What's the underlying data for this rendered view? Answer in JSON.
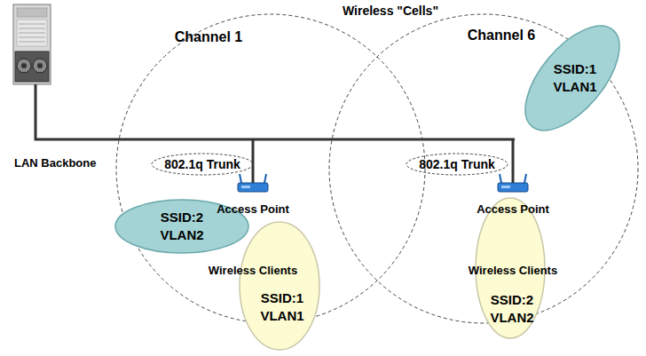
{
  "diagram": {
    "nodes": [
      {
        "text": [
          "Channel 1"
        ]
      },
      {
        "text": [
          "Channel 6"
        ]
      },
      {
        "text": [
          "SSID:1 VLAN1"
        ]
      },
      {
        "text": [
          "802.1q Trunk"
        ],
        "in": 0
      },
      {
        "text": [
          "802.1q Trunk"
        ],
        "in": 1
      },
      {
        "text": [
          "SSID:2 VLAN2"
        ]
      },
      {
        "text": [
          "SSID:1 VLAN1"
        ]
      },
      {
        "text": [
          "SSID:2 VLAN2"
        ]
      }
    ],
    "labels": [
      "Wireless \"Cells\"",
      "LAN Backbone",
      "Access Point",
      "Access Point",
      "Wireless Clients",
      "Wireless Clients"
    ]
  }
}
